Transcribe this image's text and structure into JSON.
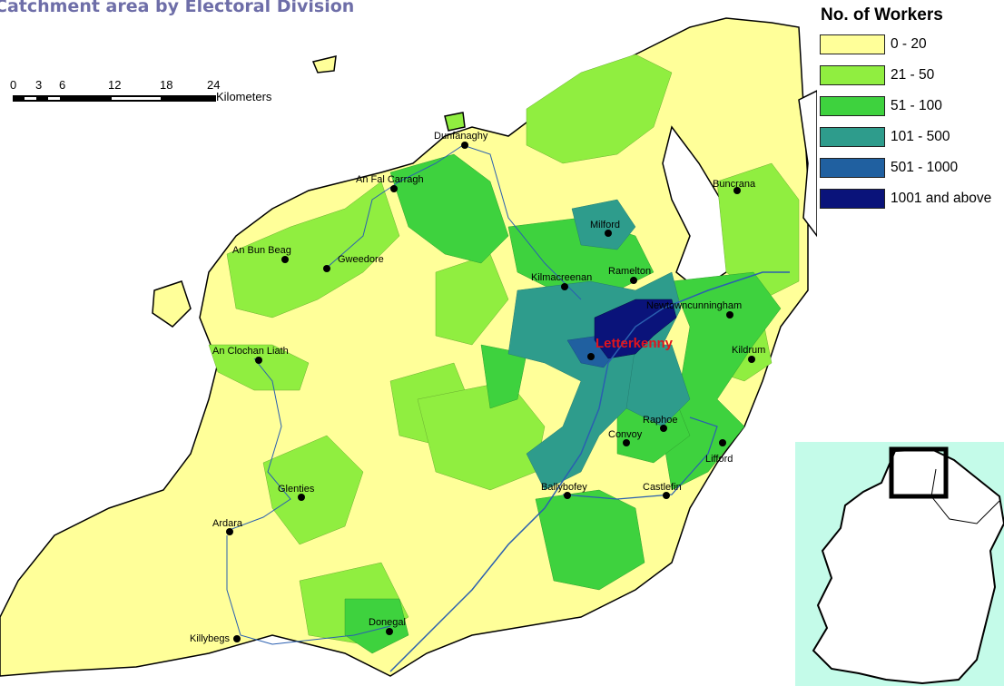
{
  "title": "Catchment area by Electoral Division",
  "legend": {
    "title": "No. of Workers",
    "classes": [
      {
        "label": "0 - 20",
        "color": "#ffff99"
      },
      {
        "label": "21 - 50",
        "color": "#90ee40"
      },
      {
        "label": "51 - 100",
        "color": "#3ed23e"
      },
      {
        "label": "101 - 500",
        "color": "#2e9c8c"
      },
      {
        "label": "501 - 1000",
        "color": "#2060a0"
      },
      {
        "label": "1001 and above",
        "color": "#0a137a"
      }
    ]
  },
  "scale_bar": {
    "ticks": [
      "0",
      "3",
      "6",
      "12",
      "18",
      "24"
    ],
    "unit": "Kilometers"
  },
  "towns": [
    {
      "name": "Dunfanaghy"
    },
    {
      "name": "An Fal Carragh"
    },
    {
      "name": "Buncrana"
    },
    {
      "name": "Milford"
    },
    {
      "name": "An Bun Beag"
    },
    {
      "name": "Gweedore"
    },
    {
      "name": "Kilmacreenan"
    },
    {
      "name": "Ramelton"
    },
    {
      "name": "Newtowncunningham"
    },
    {
      "name": "An Clochan Liath"
    },
    {
      "name": "Kildrum"
    },
    {
      "name": "Raphoe"
    },
    {
      "name": "Convoy"
    },
    {
      "name": "Lifford"
    },
    {
      "name": "Glenties"
    },
    {
      "name": "Ballybofey"
    },
    {
      "name": "Castlefin"
    },
    {
      "name": "Ardara"
    },
    {
      "name": "Donegal"
    },
    {
      "name": "Killybegs"
    }
  ],
  "focus_town": {
    "name": "Letterkenny",
    "color": "#e0141e"
  },
  "colors": {
    "water": "#ffffff",
    "rivers": "#2a5fb0",
    "inset_sea": "#c4fbe9",
    "outline": "#000000"
  }
}
